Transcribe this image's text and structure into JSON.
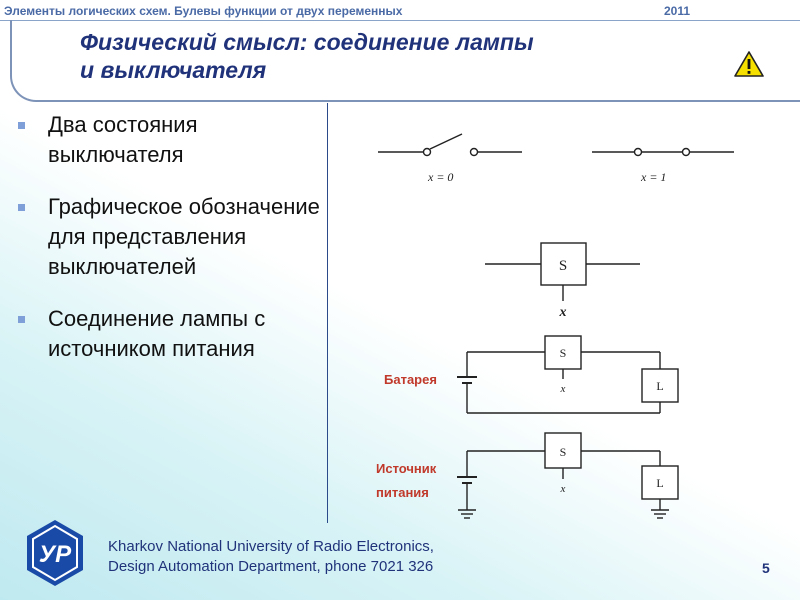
{
  "header": {
    "text": "Элементы логических схем. Булевы функции от двух переменных",
    "year": "2011"
  },
  "title": {
    "line1": "Физический смысл: соединение лампы",
    "line2": "и выключателя"
  },
  "bullets": [
    {
      "text": "Два состояния выключателя"
    },
    {
      "text": "Графическое обозначение для представления выключателей"
    },
    {
      "text": "Соединение лампы с источником питания"
    }
  ],
  "diagram": {
    "switch_open_label": "x = 0",
    "switch_closed_label": "x = 1",
    "switch_box_label": "S",
    "switch_var": "x",
    "lamp_label": "L",
    "battery_label": "Батарея",
    "source_label_1": "Источник",
    "source_label_2": "питания"
  },
  "footer": {
    "line1": "Kharkov National University of Radio Electronics,",
    "line2": "Design Automation Department, phone 7021 326",
    "logo_text": "УР"
  },
  "page_number": "5",
  "colors": {
    "title": "#20337a",
    "header": "#4a6aa6",
    "accent_red": "#c0392b",
    "bullet_marker": "#7e9fd8"
  }
}
